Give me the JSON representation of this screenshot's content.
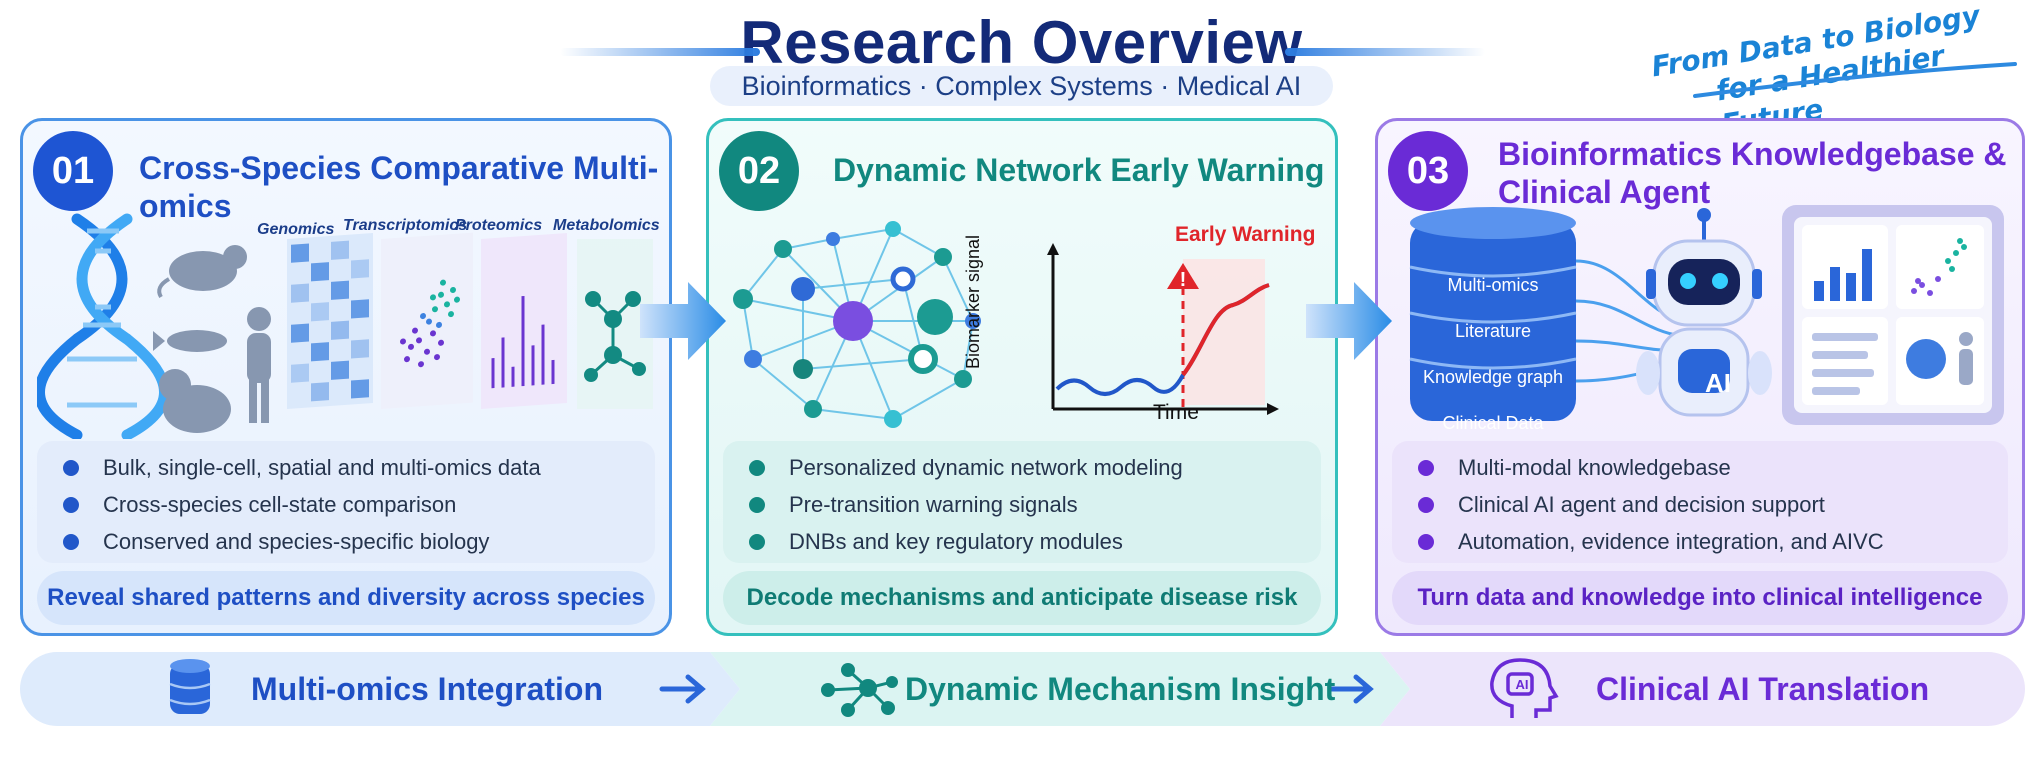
{
  "header": {
    "title": "Research Overview",
    "subtitle": "Bioinformatics · Complex Systems · Medical AI",
    "tagline_line1": "From Data to Biology",
    "tagline_line2": "for a Healthier Future"
  },
  "panels": [
    {
      "number": "01",
      "title": "Cross-Species Comparative Multi-omics",
      "omics_labels": [
        "Genomics",
        "Transcriptomics",
        "Proteomics",
        "Metabolomics"
      ],
      "bullets": [
        "Bulk, single-cell, spatial and multi-omics data",
        "Cross-species cell-state comparison",
        "Conserved and species-specific biology"
      ],
      "footer": "Reveal shared patterns and diversity across species"
    },
    {
      "number": "02",
      "title": "Dynamic Network Early Warning",
      "chart_warning_label": "Early Warning",
      "chart_ylabel": "Biomarker signal",
      "chart_xlabel": "Time",
      "bullets": [
        "Personalized dynamic network modeling",
        "Pre-transition warning signals",
        "DNBs and key regulatory modules"
      ],
      "footer": "Decode mechanisms and anticipate disease risk"
    },
    {
      "number": "03",
      "title_line1": "Bioinformatics Knowledgebase &",
      "title_line2": "Clinical Agent",
      "database_layers": [
        "Multi-omics",
        "Literature",
        "Knowledge graph",
        "Clinical Data"
      ],
      "robot_label": "AI",
      "bullets": [
        "Multi-modal knowledgebase",
        "Clinical AI agent and decision support",
        "Automation, evidence integration, and AIVC"
      ],
      "footer": "Turn data and knowledge into clinical intelligence"
    }
  ],
  "pipeline": [
    {
      "label": "Multi-omics Integration",
      "icon": "database-icon"
    },
    {
      "label": "Dynamic Mechanism Insight",
      "icon": "network-icon"
    },
    {
      "label": "Clinical AI Translation",
      "icon": "ai-head-icon",
      "icon_text": "AI"
    }
  ],
  "colors": {
    "navy": "#132a78",
    "blue": "#2157c9",
    "teal": "#0f8c84",
    "purple": "#6a2bd6",
    "warning_red": "#e0252a"
  }
}
